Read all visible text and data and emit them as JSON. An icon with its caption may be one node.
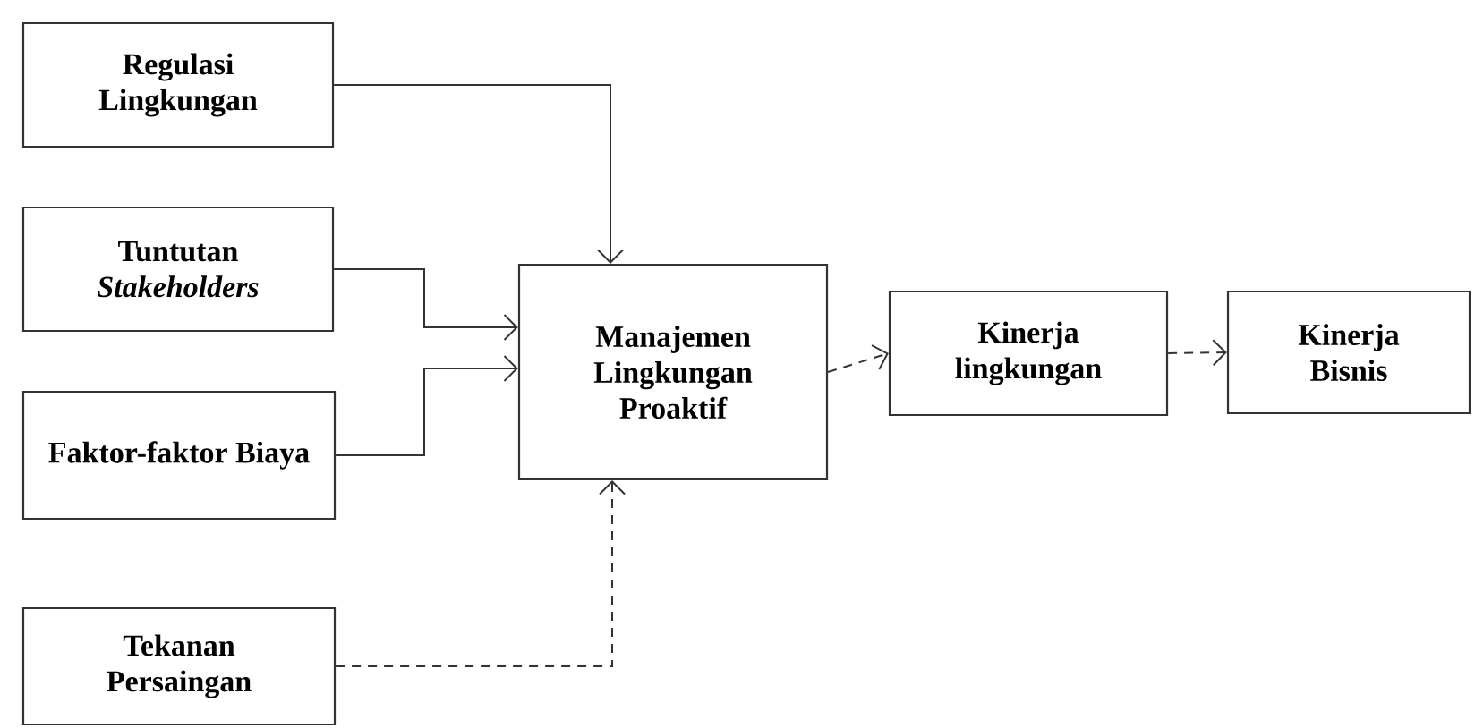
{
  "diagram": {
    "nodes": [
      {
        "text": [
          "Regulasi Lingkungan"
        ]
      },
      {
        "text": [
          "Tuntutan *Stakeholders*"
        ]
      },
      {
        "text": [
          "Faktor-faktor Biaya"
        ]
      },
      {
        "text": [
          "Tekanan Persaingan"
        ]
      },
      {
        "text": [
          "Manajemen Lingkungan Proaktif"
        ]
      },
      {
        "text": [
          "Kinerja lingkungan"
        ]
      },
      {
        "text": [
          "Kinerja Bisnis"
        ]
      }
    ],
    "edges": [
      {
        "from": 0,
        "to": 4,
        "arrow": "to"
      },
      {
        "from": 1,
        "to": 4,
        "arrow": "to"
      },
      {
        "from": 2,
        "to": 4,
        "arrow": "to"
      },
      {
        "from": 3,
        "to": 4,
        "arrow": "to",
        "style": "dashed"
      },
      {
        "from": 4,
        "to": 5,
        "arrow": "to",
        "style": "dashed"
      },
      {
        "from": 5,
        "to": 6,
        "arrow": "to",
        "style": "dashed"
      }
    ]
  }
}
